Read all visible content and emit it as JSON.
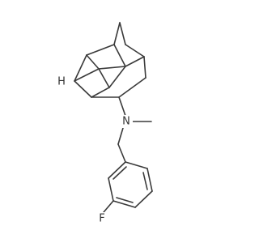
{
  "atoms": {
    "hydrogen_label": "H",
    "nitrogen_label": "N",
    "fluorine_label": "F"
  },
  "colors": {
    "bond": "#3a3a3a",
    "label": "#333333",
    "background": "#ffffff"
  }
}
